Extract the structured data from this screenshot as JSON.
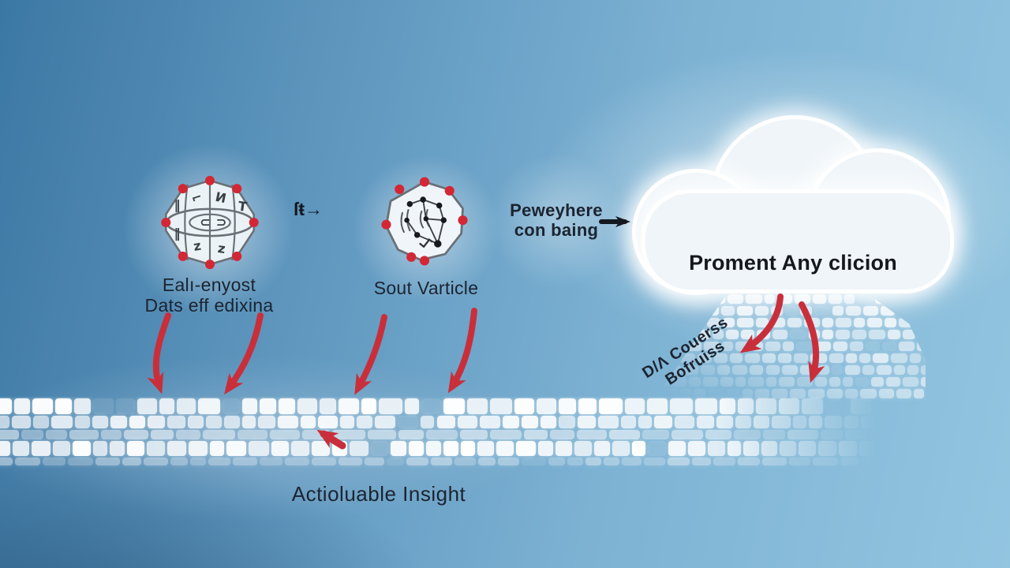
{
  "diagram": {
    "nodes": {
      "extraction": {
        "icon": "faceted-globe-icon",
        "label_line1": "Ealı-enyost",
        "label_line2": "Dats eff edixina"
      },
      "network": {
        "icon": "vertex-network-icon",
        "label": "Sout Varticle"
      },
      "transfer": {
        "glyph": "ſŧ→",
        "caption_line1": "Peweyhere",
        "caption_line2": "con baing"
      },
      "cloud": {
        "label": "Proment Any clicion"
      },
      "access": {
        "line1": "D/Λ Couerss",
        "line2": "Bofruiss"
      },
      "insight": {
        "label": "Actioluable Insight"
      }
    },
    "colors": {
      "accent_red": "#c92f3b",
      "text_dark": "#1c2430",
      "cloud_fill": "#eff5f9",
      "background_top_left": "#3c78a4",
      "background_right": "#92c5e0",
      "tile_white": "#ffffff"
    }
  }
}
